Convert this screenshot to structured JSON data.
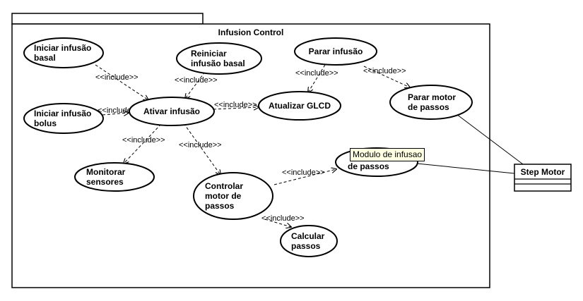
{
  "package": {
    "title": "Infusion Control"
  },
  "use_cases": {
    "iniciar_basal": {
      "lines": [
        "Iniciar infusão",
        "basal"
      ]
    },
    "reiniciar_basal": {
      "lines": [
        "Reiniciar",
        "infusão basal"
      ]
    },
    "parar_infusao": {
      "lines": [
        "Parar infusão"
      ]
    },
    "iniciar_bolus": {
      "lines": [
        "Iniciar infusão",
        "bolus"
      ]
    },
    "ativar_infusao": {
      "lines": [
        "Ativar infusão"
      ]
    },
    "atualizar_glcd": {
      "lines": [
        "Atualizar GLCD"
      ]
    },
    "parar_motor": {
      "lines": [
        "Parar motor",
        "de passos"
      ]
    },
    "monitorar_sensores": {
      "lines": [
        "Monitorar",
        "sensores"
      ]
    },
    "controlar_motor": {
      "lines": [
        "Controlar",
        "motor de",
        "passos"
      ]
    },
    "modulo_passos": {
      "lines": [
        "de passos"
      ]
    },
    "calcular_passos": {
      "lines": [
        "Calcular",
        "passos"
      ]
    }
  },
  "include_label": "<<include>>",
  "actor": {
    "name": "Step Motor"
  },
  "tooltip": {
    "text": "Modulo de infusao"
  }
}
